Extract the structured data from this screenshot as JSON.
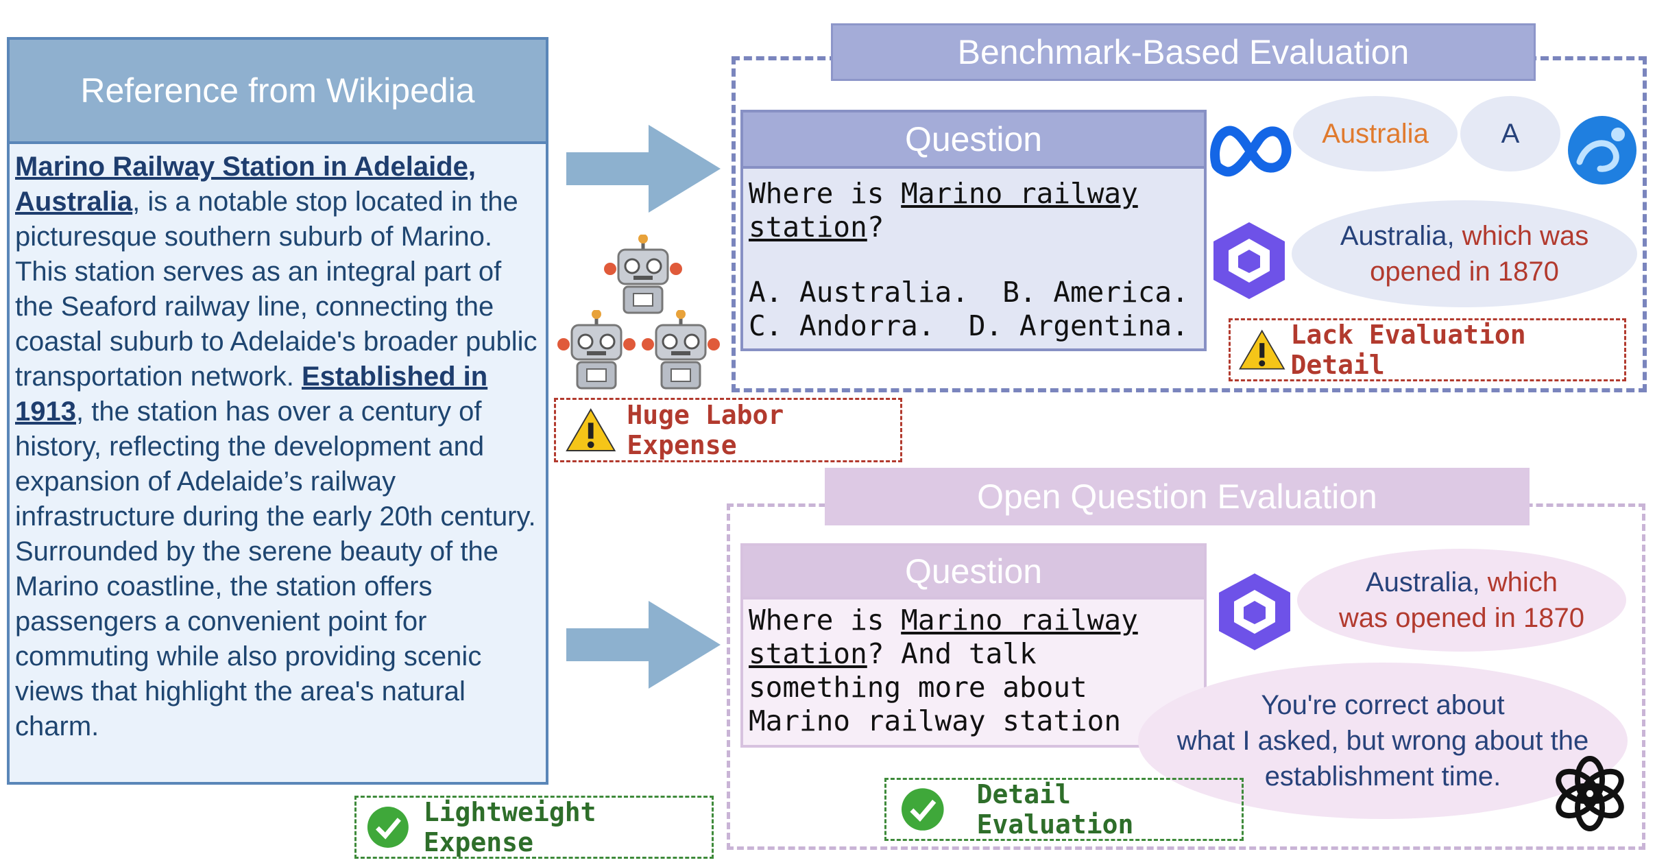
{
  "reference": {
    "title": "Reference from Wikipedia",
    "link1": "Marino Railway Station in Adelaide, Australia",
    "text1": ", is a notable stop located in the picturesque southern suburb of Marino. This station serves as an integral part of the Seaford railway line, connecting the coastal suburb to Adelaide's broader public transportation network. ",
    "link2": "Established in 1913",
    "text2": ", the station has over a century of history, reflecting the development and expansion of Adelaide’s railway infrastructure during the early 20th century. Surrounded by the serene beauty of the Marino coastline, the station offers passengers a convenient point for commuting while also providing scenic views that highlight the area's natural charm."
  },
  "benchmark": {
    "title": "Benchmark-Based Evaluation",
    "question_header": "Question",
    "q_prefix": "Where is ",
    "q_underline_1": "Marino railway",
    "q_underline_2": "station",
    "q_suffix": "?",
    "options_line1": "A. Australia.  B. America.",
    "options_line2": "C. Andorra.  D. Argentina.",
    "answer_meta": "Australia",
    "answer_other": "A",
    "answer_qwen_part1": "Australia,",
    "answer_qwen_part2": " which was opened in 1870",
    "warning": "Lack Evaluation Detail"
  },
  "labor_warning": "Huge Labor Expense",
  "lightweight": "Lightweight Expense",
  "open": {
    "title": "Open Question Evaluation",
    "question_header": "Question",
    "q_prefix": "Where is ",
    "q_underline_1": "Marino railway",
    "q_underline_2": "station",
    "q_line2_rest": "? And talk",
    "q_line3": "something more about",
    "q_line4": "Marino railway station",
    "answer_qwen_part1": "Australia,",
    "answer_qwen_part2": " which",
    "answer_qwen_part3": "was opened in 1870",
    "judge_line1": "You're correct about",
    "judge_line2": "what I asked, but wrong about the",
    "judge_line3": "establishment time.",
    "detail": "Detail Evaluation"
  },
  "colors": {
    "wiki_blue": "#5a86b8",
    "bench_purple": "#8790c4",
    "open_lilac": "#d7c2df",
    "warn_red": "#b23a2e",
    "ok_green": "#3e8a3a",
    "meta_orange": "#e07a2e",
    "answer_red": "#b23a2e"
  },
  "icons": [
    "meta-logo-icon",
    "blue-swirl-logo-icon",
    "qwen-logo-icon",
    "openai-logo-icon",
    "robot-icon",
    "warning-icon",
    "check-icon",
    "arrow-right-icon"
  ]
}
